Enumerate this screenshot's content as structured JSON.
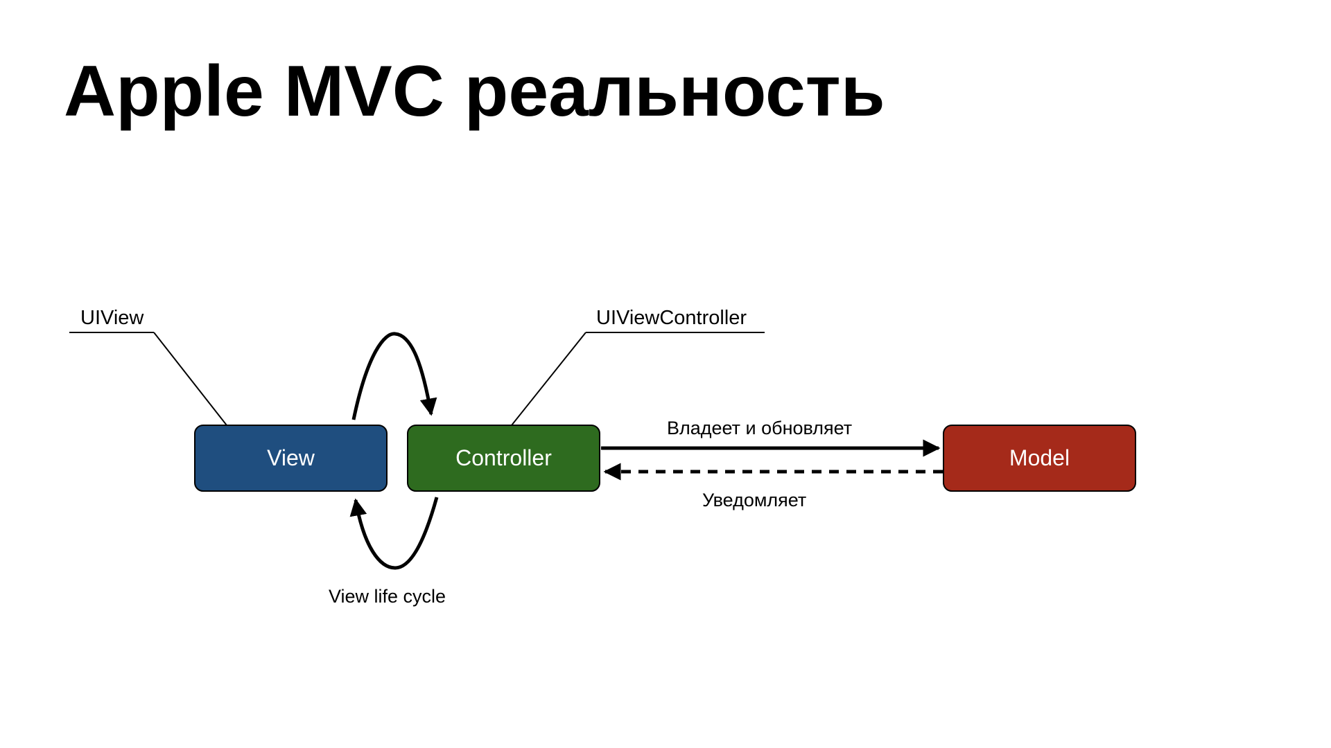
{
  "title": "Apple MVC реальность",
  "colors": {
    "view": "#1f4e7f",
    "controller": "#2e6b1f",
    "model": "#a52a1a",
    "stroke": "#000000"
  },
  "nodes": {
    "view": {
      "label": "View"
    },
    "controller": {
      "label": "Controller"
    },
    "model": {
      "label": "Model"
    }
  },
  "callouts": {
    "uiview": "UIView",
    "uiviewcontroller": "UIViewController"
  },
  "edges": {
    "owns_updates": "Владеет и обновляет",
    "notifies": "Уведомляет",
    "lifecycle": "View life cycle"
  }
}
